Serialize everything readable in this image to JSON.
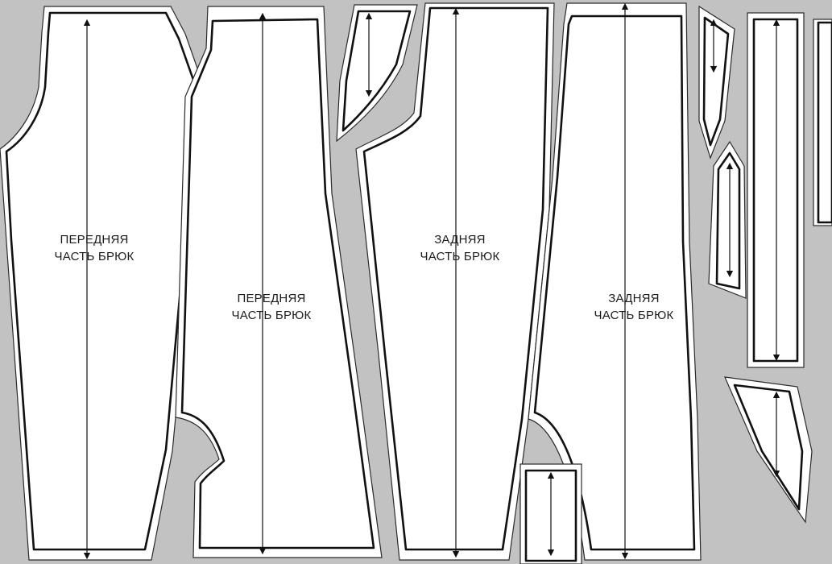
{
  "pattern": {
    "pieces": [
      {
        "id": "front-left",
        "label": {
          "line1": "ПЕРЕДНЯЯ",
          "line2": "ЧАСТЬ БРЮК"
        }
      },
      {
        "id": "front-right",
        "label": {
          "line1": "ПЕРЕДНЯЯ",
          "line2": "ЧАСТЬ БРЮК"
        }
      },
      {
        "id": "back-left",
        "label": {
          "line1": "ЗАДНЯЯ",
          "line2": "ЧАСТЬ БРЮК"
        }
      },
      {
        "id": "back-right",
        "label": {
          "line1": "ЗАДНЯЯ",
          "line2": "ЧАСТЬ БРЮК"
        }
      }
    ]
  },
  "colors": {
    "background": "#c2c2c2",
    "piece_fill": "#ffffff",
    "outline": "#111111"
  }
}
